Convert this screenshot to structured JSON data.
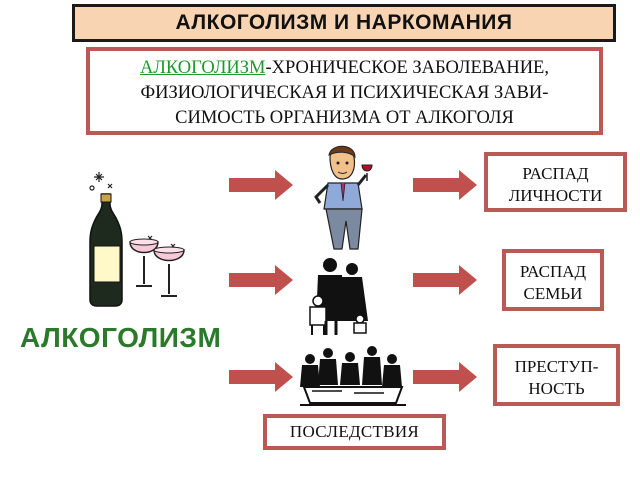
{
  "title": "АЛКОГОЛИЗМ И НАРКОМАНИЯ",
  "definition": {
    "term": "АЛКОГОЛИЗМ",
    "line1_rest": "-ХРОНИЧЕСКОЕ ЗАБОЛЕВАНИЕ,",
    "line2": "ФИЗИОЛОГИЧЕСКАЯ И ПСИХИЧЕСКАЯ ЗАВИ-",
    "line3": "СИМОСТЬ ОРГАНИЗМА ОТ АЛКОГОЛЯ"
  },
  "main_label": "АЛКОГОЛИЗМ",
  "results": [
    {
      "line1": "РАСПАД",
      "line2": "ЛИЧНОСТИ"
    },
    {
      "line1": "РАСПАД",
      "line2": "СЕМЬИ"
    },
    {
      "line1": "ПРЕСТУП-",
      "line2": "НОСТЬ"
    }
  ],
  "consequences_label": "ПОСЛЕДСТВИЯ",
  "colors": {
    "title_bg": "#f8d4b3",
    "box_border": "#b95a57",
    "arrow": "#c0504d",
    "term_green": "#1c9a2a",
    "label_green": "#2a7a2a"
  }
}
